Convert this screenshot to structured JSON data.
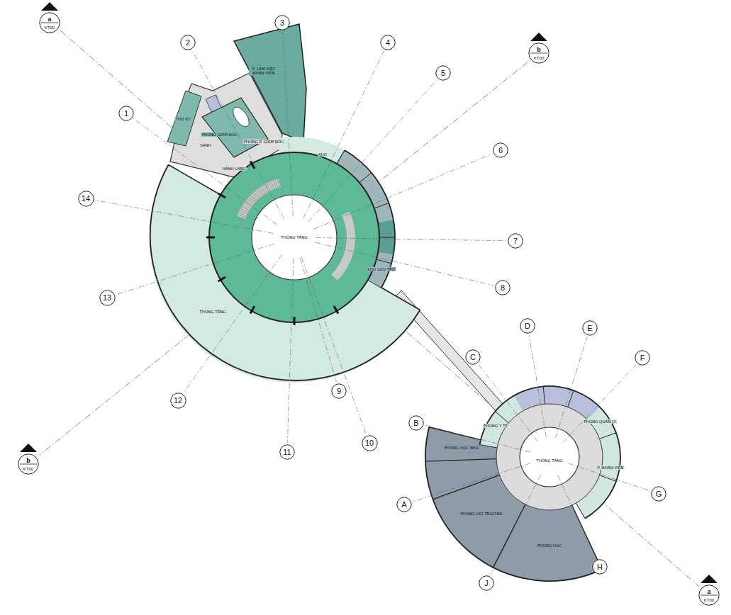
{
  "diagram": {
    "nodes": [
      {
        "text": [
          "a",
          "KT00"
        ]
      },
      {
        "text": [
          "3"
        ]
      },
      {
        "text": [
          "2"
        ]
      },
      {
        "text": [
          "4"
        ]
      },
      {
        "text": [
          "b",
          "KT00"
        ]
      },
      {
        "text": [
          "5"
        ]
      },
      {
        "text": [
          "1"
        ]
      },
      {
        "text": [
          "6"
        ]
      },
      {
        "text": [
          "14"
        ]
      },
      {
        "text": [
          "7"
        ]
      },
      {
        "text": [
          "8"
        ]
      },
      {
        "text": [
          "13"
        ]
      },
      {
        "text": [
          "D"
        ]
      },
      {
        "text": [
          "E"
        ]
      },
      {
        "text": [
          "C"
        ]
      },
      {
        "text": [
          "F"
        ]
      },
      {
        "text": [
          "9"
        ]
      },
      {
        "text": [
          "12"
        ]
      },
      {
        "text": [
          "B"
        ]
      },
      {
        "text": [
          "11"
        ]
      },
      {
        "text": [
          "10"
        ]
      },
      {
        "text": [
          "A"
        ]
      },
      {
        "text": [
          "G"
        ]
      },
      {
        "text": [
          "H"
        ]
      },
      {
        "text": [
          "J"
        ]
      },
      {
        "text": [
          "b",
          "KT00"
        ]
      },
      {
        "text": [
          "a",
          "KT00"
        ]
      }
    ],
    "labels": [
      "P. LÀM VIỆC NHÂN VIÊN",
      "PHÒNG P. GIÁM ĐỐC",
      "PHÒNG GIÁM ĐỐC",
      "THƯ KÝ",
      "SẢNH",
      "HÀNH LANG",
      "KHO",
      "THÔNG TẦNG",
      "THÔNG TẦNG",
      "KHO LƯU TRỮ",
      "PHÒNG Y TẾ",
      "PHÒNG QUẢN LÝ",
      "P. NHÂN VIÊN",
      "THÔNG TẦNG",
      "PHÒNG HỌC NHỎ",
      "PHÒNG HỘI TRƯỜNG",
      "PHÒNG HỌC"
    ]
  }
}
